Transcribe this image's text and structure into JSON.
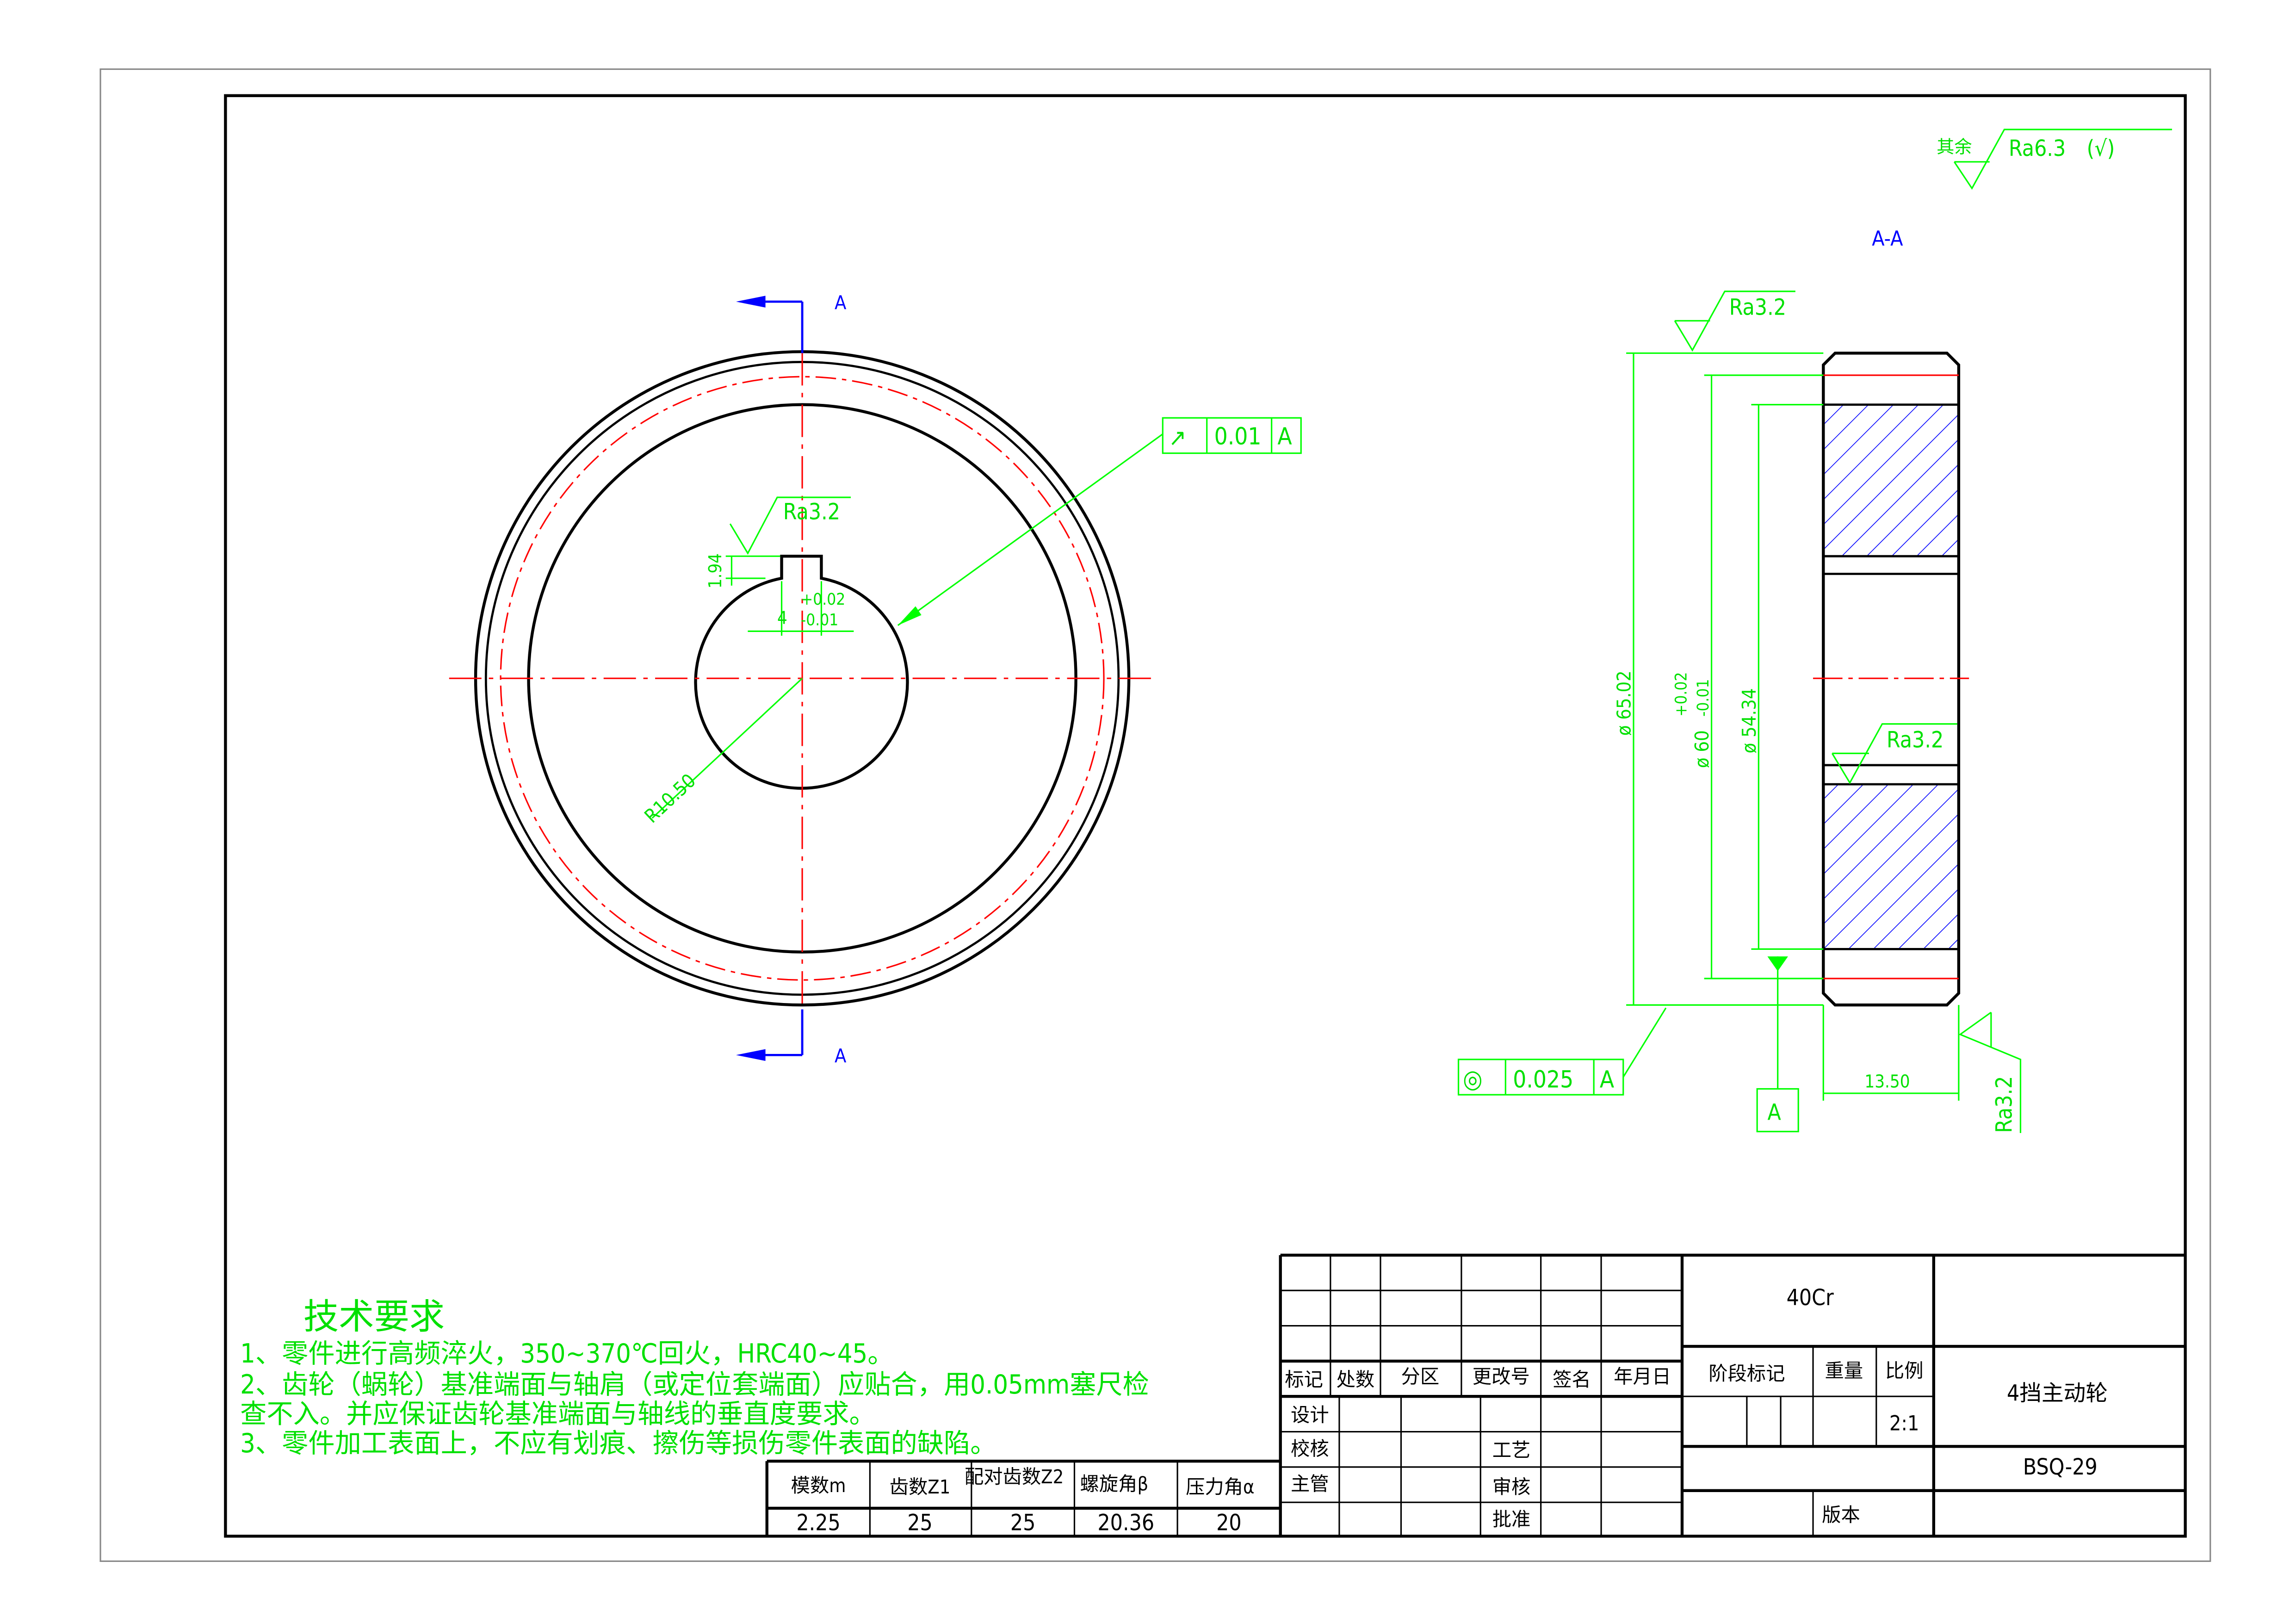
{
  "drawing": {
    "section_label": "A-A",
    "section_mark": "A",
    "general_roughness": {
      "prefix": "其余",
      "value": "Ra6.3",
      "suffix": "(√)"
    },
    "front_view": {
      "roughness_keyway": "Ra3.2",
      "keyway_height": "1.94",
      "keyway_width": "4",
      "keyway_tol_upper": "+0.02",
      "keyway_tol_lower": "-0.01",
      "bore_radius": "R10.50",
      "runout_tolerance": {
        "symbol": "↗",
        "value": "0.01",
        "datum": "A"
      }
    },
    "section_view": {
      "roughness_top": "Ra3.2",
      "roughness_bore": "Ra3.2",
      "roughness_side": "Ra3.2",
      "dia_outer": "ø 65.02",
      "dia_60": "ø 60",
      "dia_60_tol_upper": "+0.02",
      "dia_60_tol_lower": "-0.01",
      "dia_root": "ø 54.34",
      "width": "13.50",
      "datum": "A",
      "concentricity": {
        "symbol": "◎",
        "value": "0.025",
        "datum": "A"
      }
    }
  },
  "tech_requirements": {
    "title": "技术要求",
    "lines": [
      "1、零件进行高频淬火，350~370℃回火，HRC40~45。",
      "2、齿轮（蜗轮）基准端面与轴肩（或定位套端面）应贴合，用0.05mm塞尺检",
      "查不入。并应保证齿轮基准端面与轴线的垂直度要求。",
      "3、零件加工表面上，不应有划痕、擦伤等损伤零件表面的缺陷。"
    ]
  },
  "gear_table": {
    "headers": [
      "模数m",
      "齿数Z1",
      "配对齿数Z2",
      "螺旋角β",
      "压力角α"
    ],
    "values": [
      "2.25",
      "25",
      "25",
      "20.36",
      "20"
    ]
  },
  "title_block": {
    "revision_headers": [
      "标记",
      "处数",
      "分区",
      "更改号",
      "签名",
      "年月日"
    ],
    "roles": [
      "设计",
      "校核",
      "主管"
    ],
    "roles_mid": [
      "工艺",
      "审核",
      "批准"
    ],
    "material": "40Cr",
    "stage_mark": "阶段标记",
    "weight": "重量",
    "scale_label": "比例",
    "scale": "2:1",
    "part_name": "4挡主动轮",
    "drawing_number": "BSQ-29",
    "version": "版本"
  }
}
